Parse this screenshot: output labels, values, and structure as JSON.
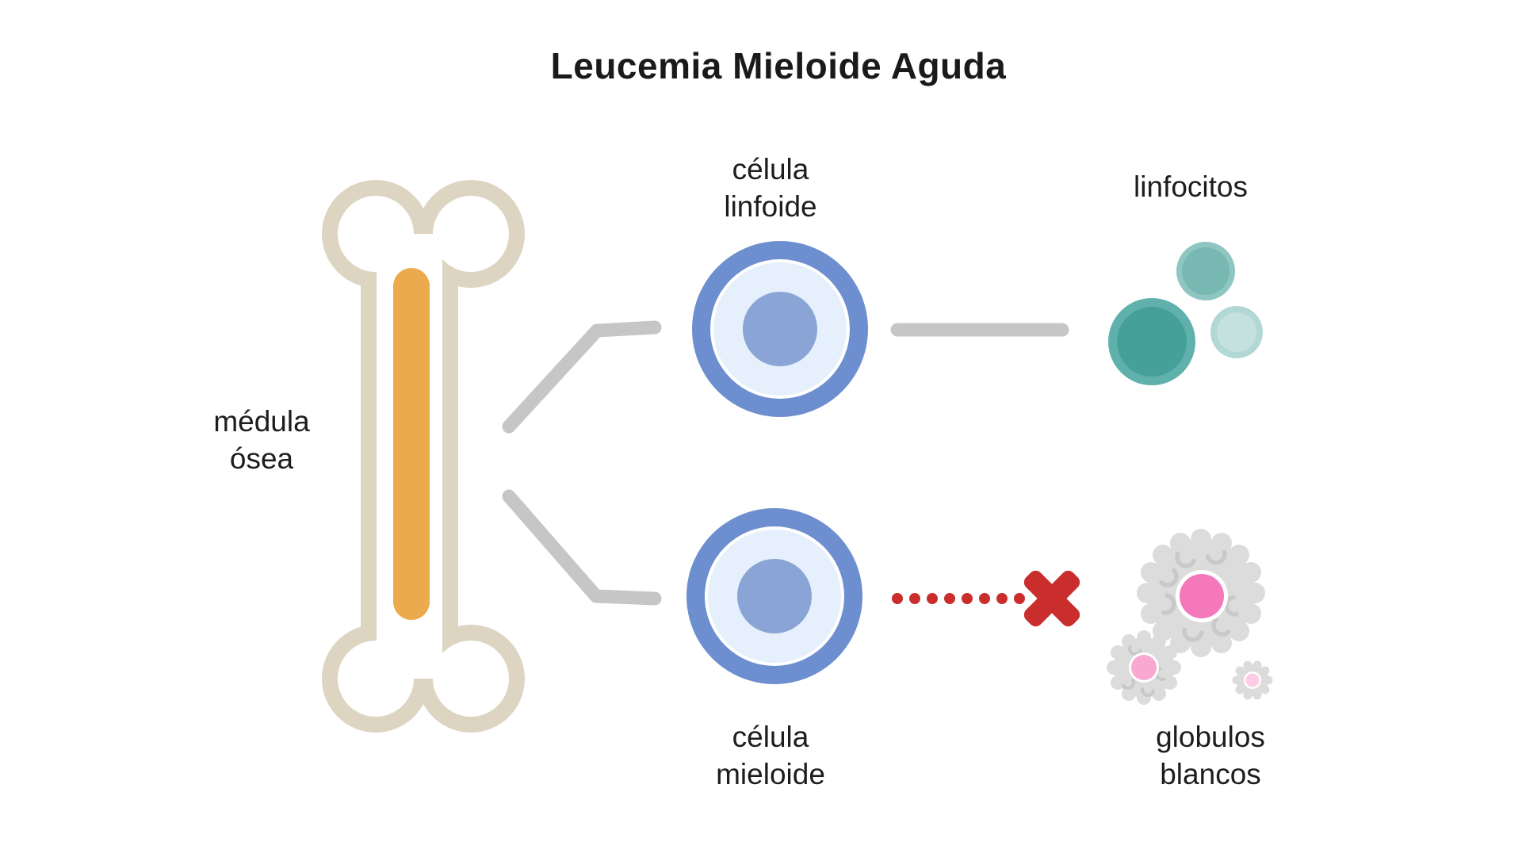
{
  "title": "Leucemia Mieloide Aguda",
  "labels": {
    "medula_line1": "médula",
    "medula_line2": "ósea",
    "linfoide_line1": "célula",
    "linfoide_line2": "linfoide",
    "linfocitos": "linfocitos",
    "mieloide_line1": "célula",
    "mieloide_line2": "mieloide",
    "globulos_line1": "globulos",
    "globulos_line2": "blancos"
  },
  "colors": {
    "bone_outline": "#ddd4c2",
    "bone_marrow": "#eaaa4d",
    "cell_outer": "#6d8ecf",
    "cell_cytoplasm": "#e6effc",
    "cell_nucleus": "#8aa4d6",
    "connector_gray": "#c6c6c6",
    "blocked_red": "#c92e2c",
    "lymph_large_ring": "#60b1ab",
    "lymph_large_core": "#46a09a",
    "lymph_medium_ring": "#8fc6c1",
    "lymph_medium_core": "#77b8b3",
    "lymph_small_ring": "#b2d8d5",
    "lymph_small_core": "#c5e1de",
    "wbc_body": "#dcdcdc",
    "wbc_detail": "#c9c9c9",
    "wbc_nucleus_large": "#f478ba",
    "wbc_nucleus_medium": "#f8a8d1",
    "wbc_nucleus_small": "#fbcce4"
  }
}
